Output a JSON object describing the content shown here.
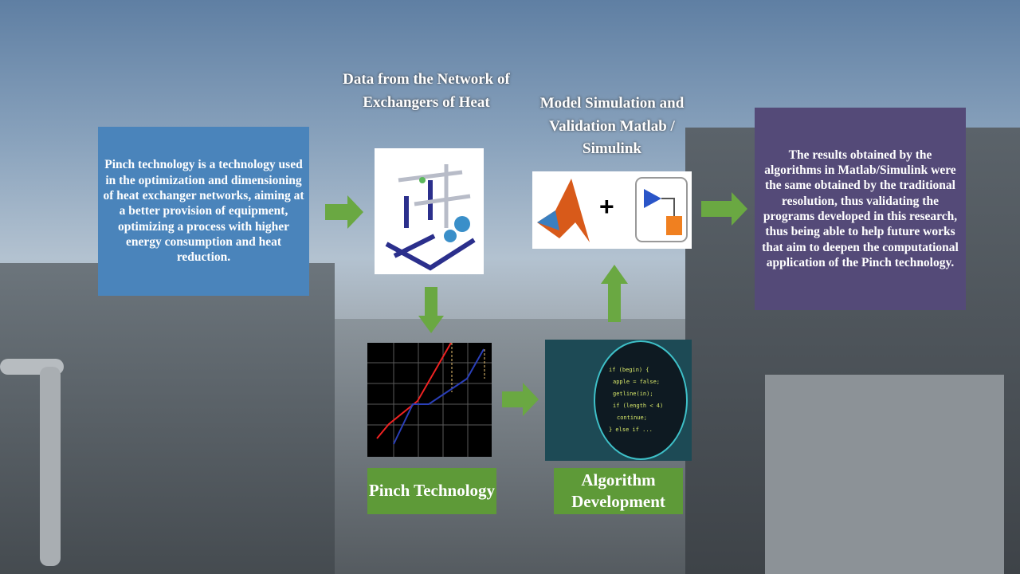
{
  "intro_box": {
    "text": "Pinch technology is a technology used in the optimization and dimensioning of heat exchanger networks, aiming at a better provision of equipment, optimizing a process with higher energy consumption and heat reduction.",
    "color": "#4a84bb"
  },
  "network_title": "Data from the Network of Exchangers of Heat",
  "simulation_title": "Model Simulation and Validation Matlab / Simulink",
  "pinch_label": "Pinch Technology",
  "algorithm_label": "Algorithm Development",
  "plus_sign": "+",
  "result_box": {
    "text": "The results obtained by the algorithms in Matlab/Simulink were the same obtained by the traditional resolution, thus validating the programs developed in this research, thus being able to help future works that aim to deepen the computational application of the Pinch technology.",
    "color": "#544a78"
  },
  "arrow_color": "#6aa842"
}
